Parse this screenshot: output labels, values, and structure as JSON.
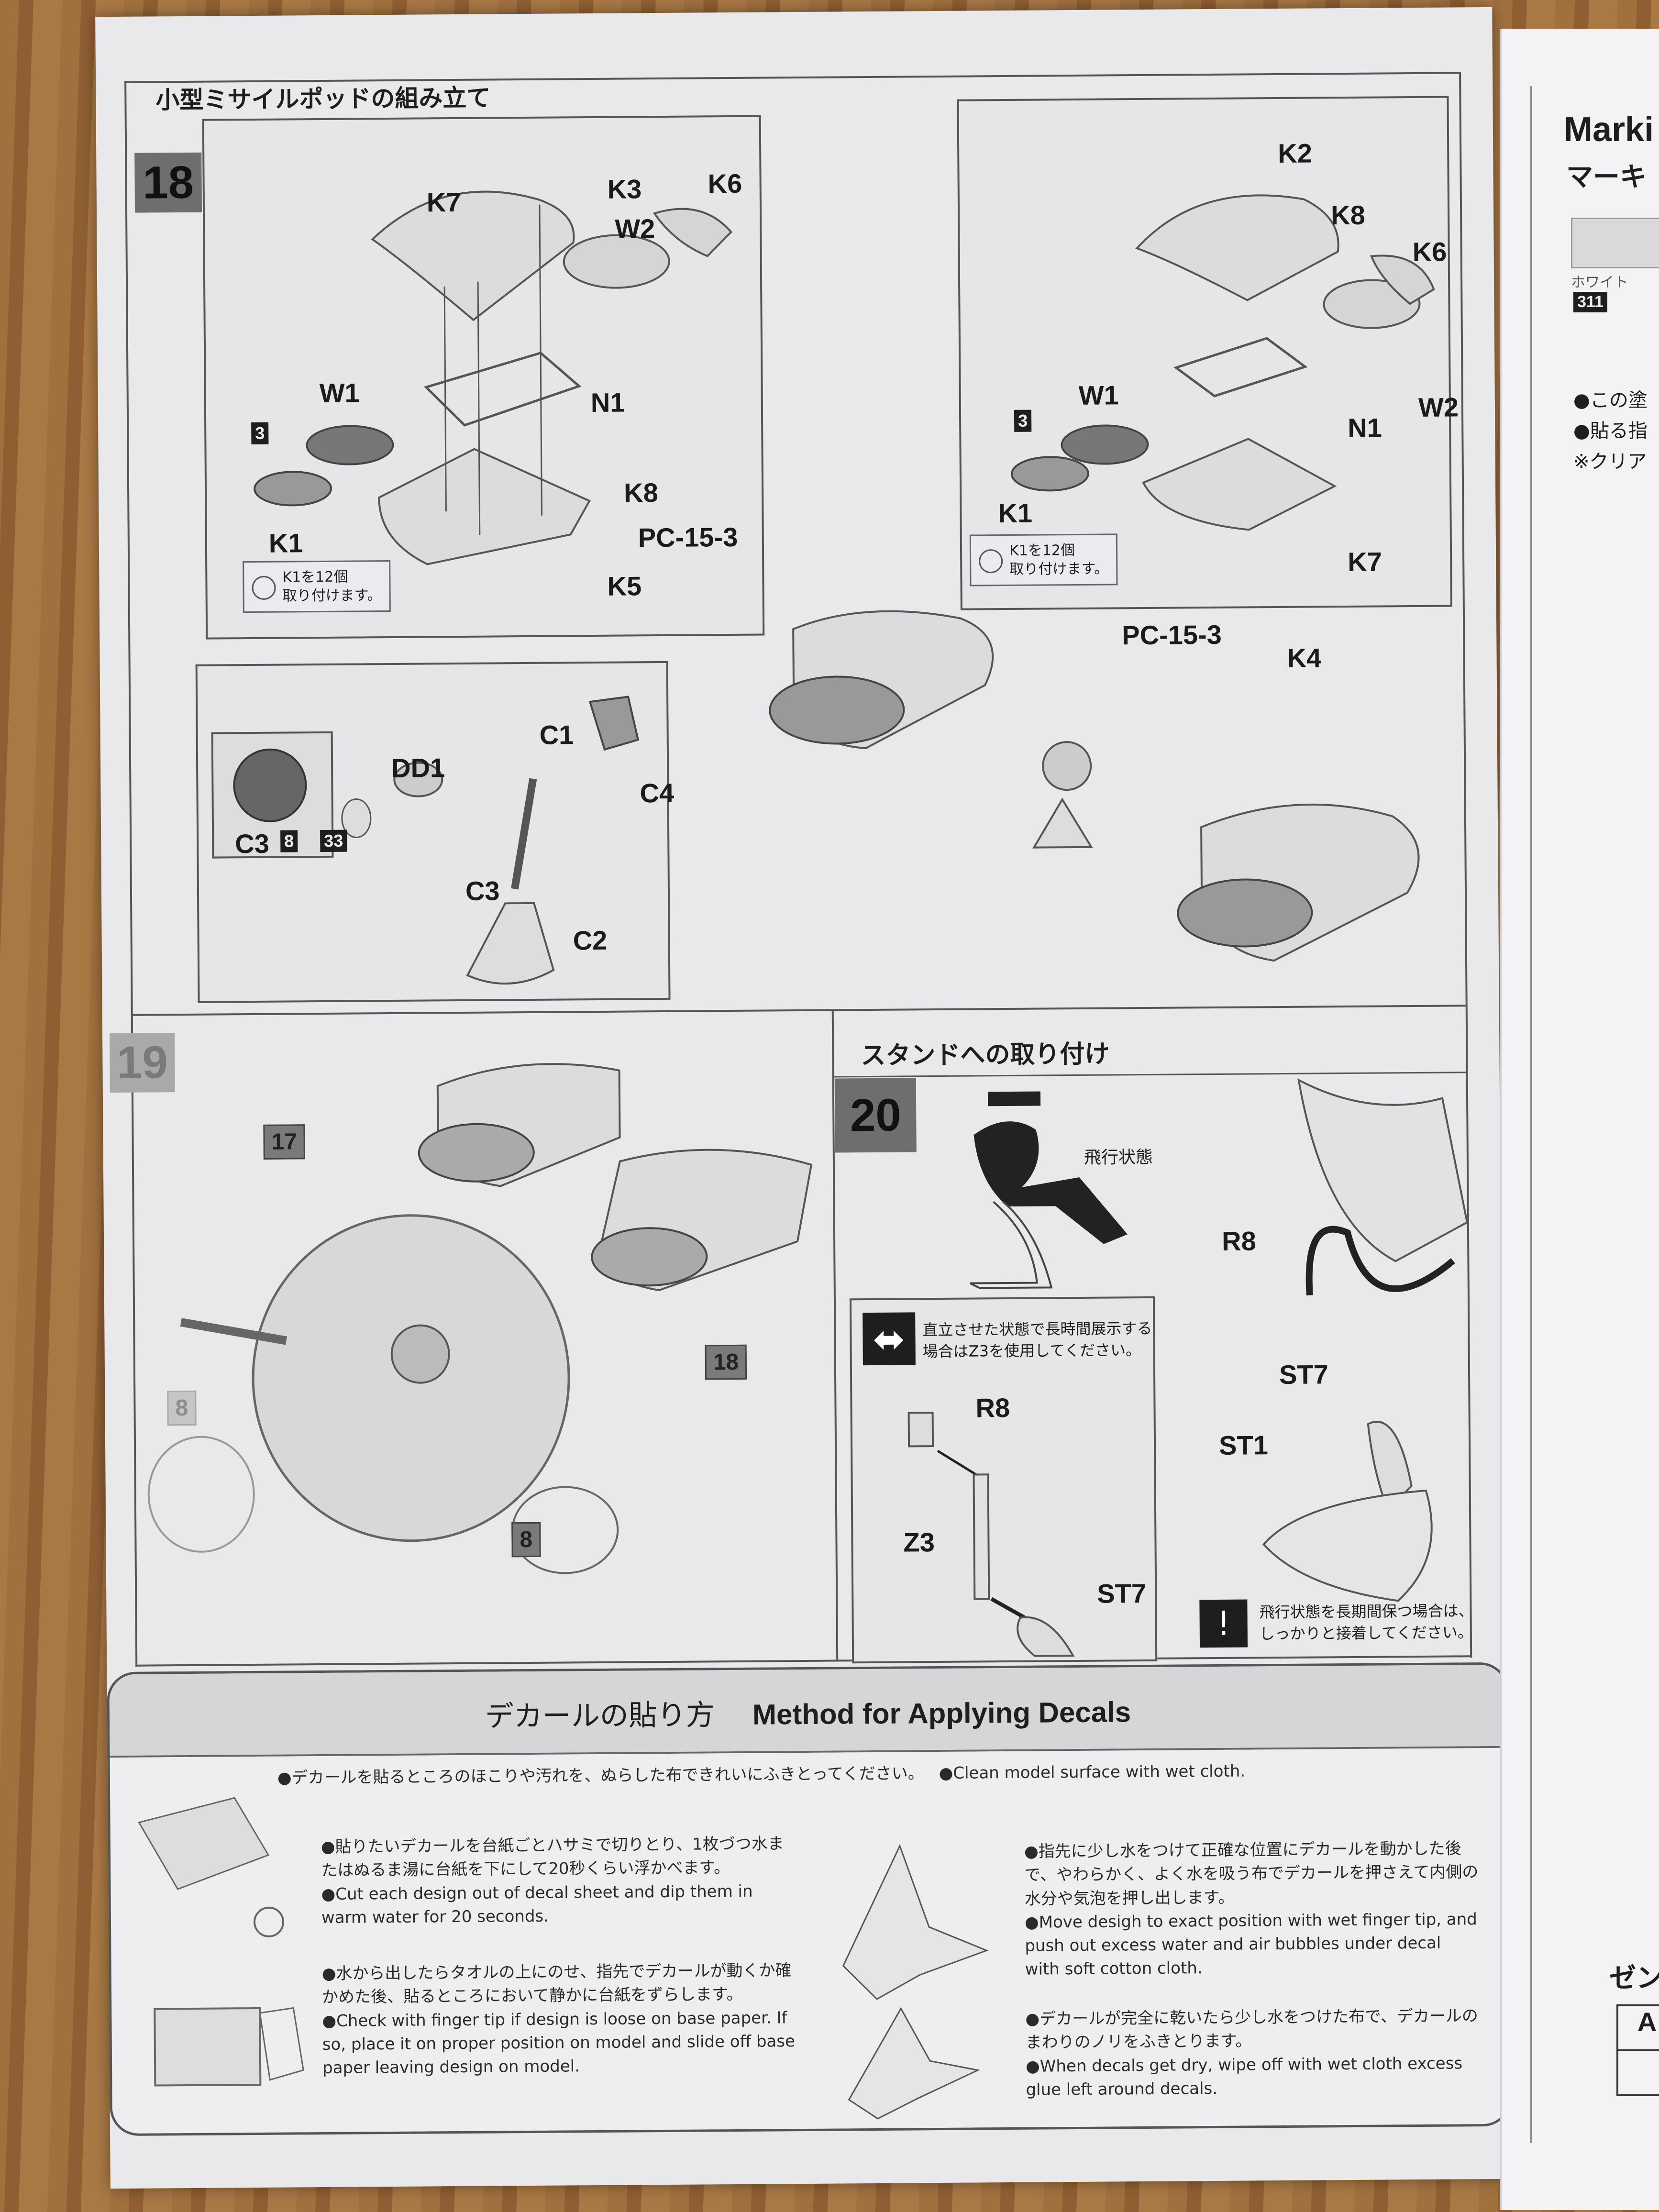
{
  "step18": {
    "heading": "小型ミサイルポッドの組み立て",
    "number": "18",
    "left_labels": {
      "k7": "K7",
      "k3": "K3",
      "k6": "K6",
      "w2": "W2",
      "w1": "W1",
      "n1": "N1",
      "color3": "3",
      "k8": "K8",
      "k1": "K1",
      "pc": "PC-15-3",
      "k5": "K5"
    },
    "right_labels": {
      "k2": "K2",
      "k8": "K8",
      "k6": "K6",
      "w1": "W1",
      "w2": "W2",
      "color3": "3",
      "n1": "N1",
      "k1": "K1",
      "k7": "K7",
      "pc": "PC-15-3",
      "k4": "K4"
    },
    "note_line1": "K1を12個",
    "note_line2": "取り付けます。",
    "sub_labels": {
      "dd1": "DD1",
      "c1": "C1",
      "c4": "C4",
      "c3_head": "C3",
      "color8": "8",
      "color33": "33",
      "c3": "C3",
      "c2": "C2"
    }
  },
  "step19": {
    "number": "19",
    "ref17": "17",
    "ref18": "18",
    "ref8_faded": "8",
    "ref8": "8"
  },
  "step20": {
    "heading": "スタンドへの取り付け",
    "number": "20",
    "flight_mode": "飛行状態",
    "labels": {
      "r8": "R8",
      "st7": "ST7",
      "st1": "ST1"
    },
    "inset_line1": "直立させた状態で長時間展示する",
    "inset_line2": "場合はZ3を使用してください。",
    "inset_labels": {
      "r8": "R8",
      "z3": "Z3",
      "st7": "ST7"
    },
    "warning_line1": "飛行状態を長期間保つ場合は、",
    "warning_line2": "しっかりと接着してください。"
  },
  "decals": {
    "title_jp": "デカールの貼り方",
    "title_en": "Method for Applying Decals",
    "step1_jp": "●デカールを貼るところのほこりや汚れを、ぬらした布できれいにふきとってください。",
    "step1_en": "●Clean model surface with wet cloth.",
    "step2_jp": "●貼りたいデカールを台紙ごとハサミで切りとり、1枚づつ水またはぬるま湯に台紙を下にして20秒くらい浮かべます。",
    "step2_en": "●Cut each design out of decal sheet and dip them in warm water for 20 seconds.",
    "step3_jp": "●水から出したらタオルの上にのせ、指先でデカールが動くか確かめた後、貼るところにおいて静かに台紙をずらします。",
    "step3_en": "●Check with finger tip if design is loose on base paper. If so, place it on proper position on model and slide off base paper leaving design on model.",
    "step4_jp": "●指先に少し水をつけて正確な位置にデカールを動かした後で、やわらかく、よく水を吸う布でデカールを押さえて内側の水分や気泡を押し出します。",
    "step4_en": "●Move desigh to exact position with wet finger tip, and push out excess water and air bubbles under decal with soft cotton cloth.",
    "step5_jp": "●デカールが完全に乾いたら少し水をつけた布で、デカールのまわりのノリをふきとります。",
    "step5_en": "●When decals get dry, wipe off with wet cloth excess glue left around decals."
  },
  "right_page": {
    "title_en": "Marki",
    "title_jp": "マーキ",
    "color_name": "ホワイト",
    "color_code": "311",
    "bullet1": "●この塗",
    "bullet2": "●貼る指",
    "bullet3": "※クリア",
    "bottom_heading": "ゼン",
    "table_a": "A",
    "colors": {
      "swatch": "#d9d9dc"
    }
  }
}
